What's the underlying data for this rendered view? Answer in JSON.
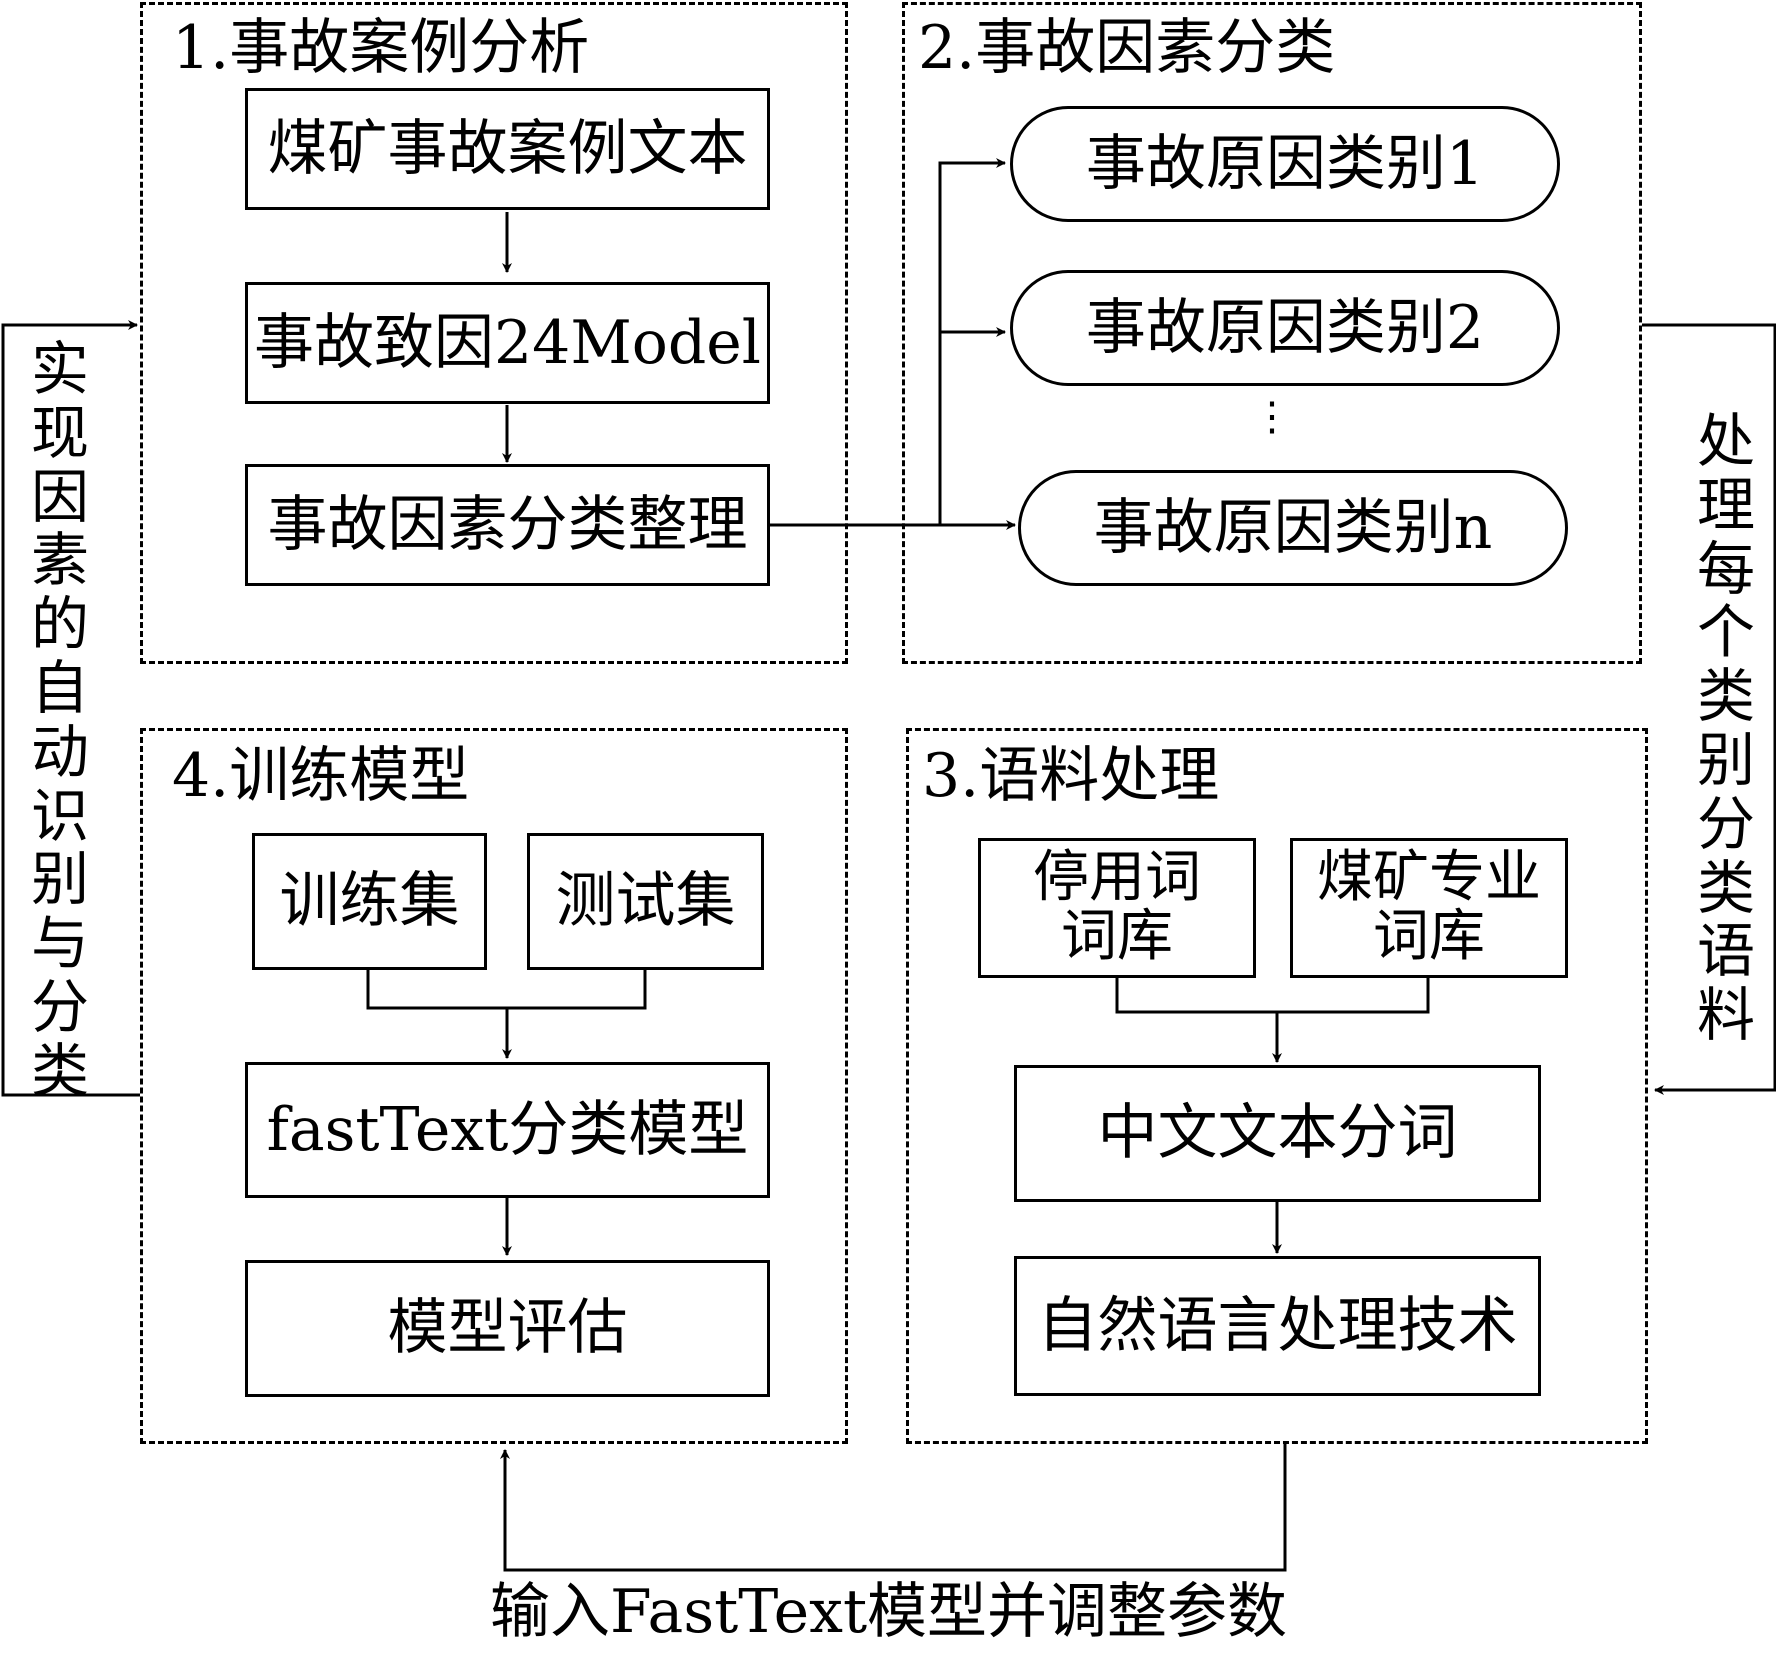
{
  "panels": {
    "p1": {
      "title": "1.事故案例分析",
      "boxes": [
        "煤矿事故案例文本",
        "事故致因24Model",
        "事故因素分类整理"
      ]
    },
    "p2": {
      "title": "2.事故因素分类",
      "categories": [
        "事故原因类别1",
        "事故原因类别2",
        "事故原因类别n"
      ],
      "ellipsis": "⋮"
    },
    "p3": {
      "title": "3.语料处理",
      "stopword_lib": "停用词词库",
      "coal_lib": "煤矿专业词库",
      "segmentation": "中文文本分词",
      "nlp": "自然语言处理技术"
    },
    "p4": {
      "title": "4.训练模型",
      "train_set": "训练集",
      "test_set": "测试集",
      "model": "fastText分类模型",
      "eval": "模型评估"
    }
  },
  "side_labels": {
    "left": "实现因素的自动识别与分类",
    "right": "处理每个类别分类语料"
  },
  "bottom_label": "输入FastText模型并调整参数"
}
